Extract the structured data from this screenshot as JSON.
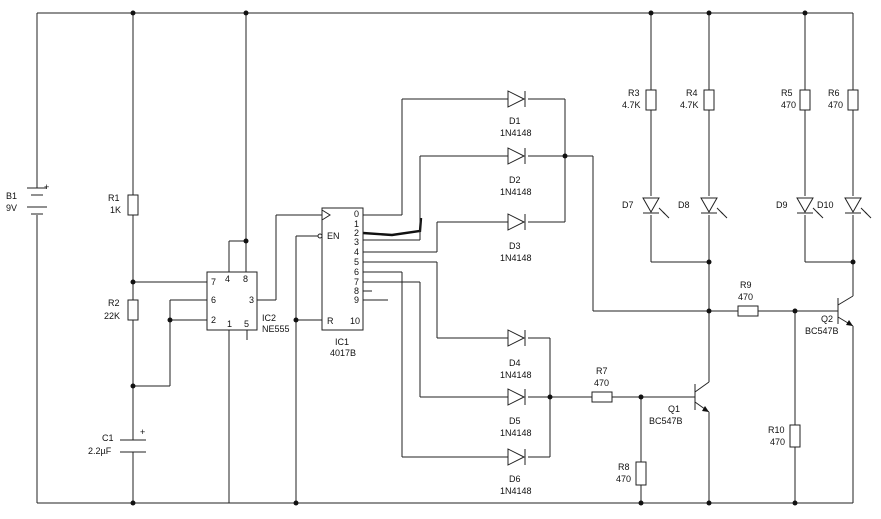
{
  "components": {
    "b1": {
      "ref": "B1",
      "value": "9V",
      "plus": "+"
    },
    "r1": {
      "ref": "R1",
      "value": "1K"
    },
    "r2": {
      "ref": "R2",
      "value": "22K"
    },
    "c1": {
      "ref": "C1",
      "value": "2.2µF",
      "plus": "+"
    },
    "ic2": {
      "ref": "IC2",
      "value": "NE555",
      "pins": {
        "p7": "7",
        "p4": "4",
        "p8": "8",
        "p6": "6",
        "p3": "3",
        "p2": "2",
        "p1": "1",
        "p5": "5"
      }
    },
    "ic1": {
      "ref": "IC1",
      "value": "4017B",
      "labels": {
        "en": "EN",
        "r": "R"
      },
      "pins": {
        "o0": "0",
        "o1": "1",
        "o2": "2",
        "o3": "3",
        "o4": "4",
        "o5": "5",
        "o6": "6",
        "o7": "7",
        "o8": "8",
        "o9": "9",
        "o10": "10"
      }
    },
    "d1": {
      "ref": "D1",
      "value": "1N4148"
    },
    "d2": {
      "ref": "D2",
      "value": "1N4148"
    },
    "d3": {
      "ref": "D3",
      "value": "1N4148"
    },
    "d4": {
      "ref": "D4",
      "value": "1N4148"
    },
    "d5": {
      "ref": "D5",
      "value": "1N4148"
    },
    "d6": {
      "ref": "D6",
      "value": "1N4148"
    },
    "r3": {
      "ref": "R3",
      "value": "4.7K"
    },
    "r4": {
      "ref": "R4",
      "value": "4.7K"
    },
    "r5": {
      "ref": "R5",
      "value": "470"
    },
    "r6": {
      "ref": "R6",
      "value": "470"
    },
    "d7": {
      "ref": "D7"
    },
    "d8": {
      "ref": "D8"
    },
    "d9": {
      "ref": "D9"
    },
    "d10": {
      "ref": "D10"
    },
    "r7": {
      "ref": "R7",
      "value": "470"
    },
    "r8": {
      "ref": "R8",
      "value": "470"
    },
    "r9": {
      "ref": "R9",
      "value": "470"
    },
    "r10": {
      "ref": "R10",
      "value": "470"
    },
    "q1": {
      "ref": "Q1",
      "value": "BC547B"
    },
    "q2": {
      "ref": "Q2",
      "value": "BC547B"
    }
  }
}
